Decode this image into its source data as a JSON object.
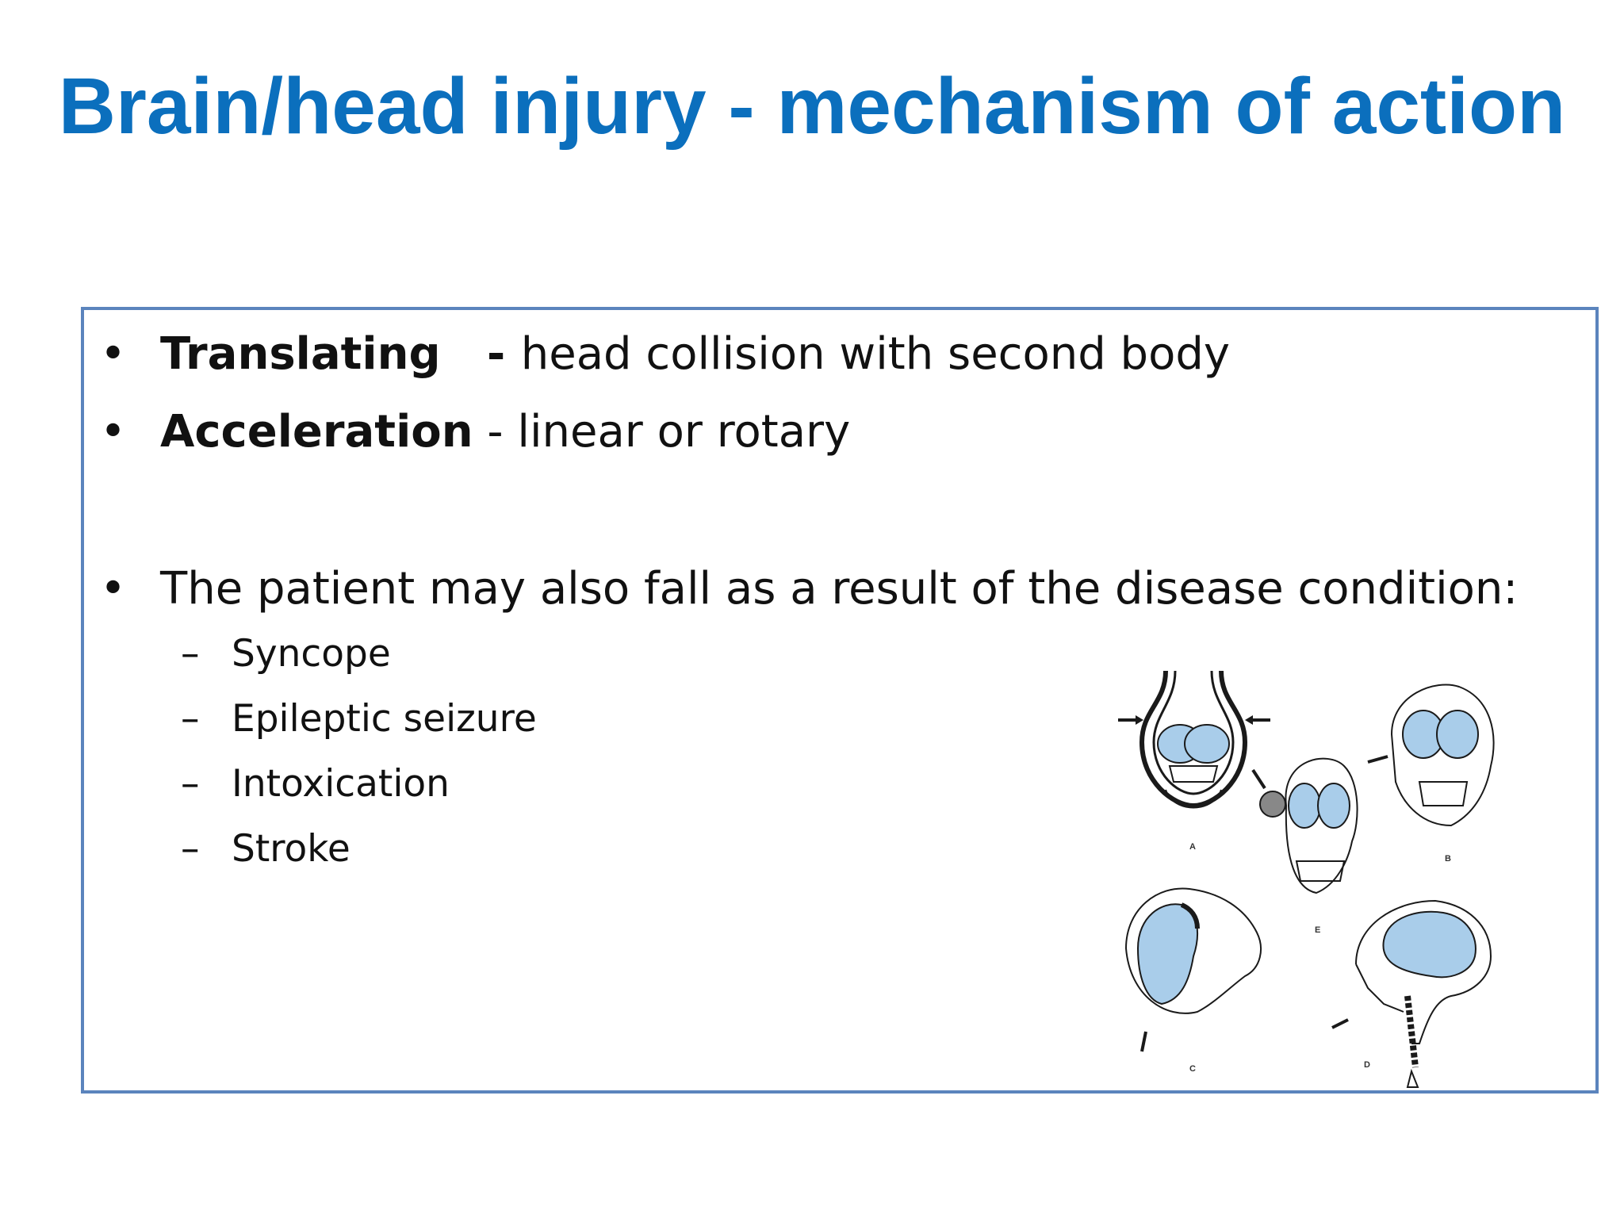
{
  "slide": {
    "title": "Brain/head injury - mechanism of action"
  },
  "bullets": [
    {
      "term": "Translating",
      "separator": "   - ",
      "description": "head collision with second body"
    },
    {
      "term": "Acceleration",
      "separator": " - ",
      "description": "linear or rotary"
    },
    {
      "term": "",
      "separator": "",
      "description": "The patient may also fall as a result of the disease condition:"
    }
  ],
  "bullet_symbol": "•",
  "sub_symbol": "–",
  "sub_items": [
    "Syncope",
    "Epileptic seizure",
    "Intoxication",
    "Stroke"
  ],
  "illustration": {
    "panel_labels": [
      "A",
      "B",
      "C",
      "D",
      "E"
    ],
    "brain_color": "#a9cdea",
    "line_color": "#1a1a1a"
  },
  "colors": {
    "title": "#0b6fbd",
    "border": "#5b84bd",
    "text": "#111111"
  }
}
